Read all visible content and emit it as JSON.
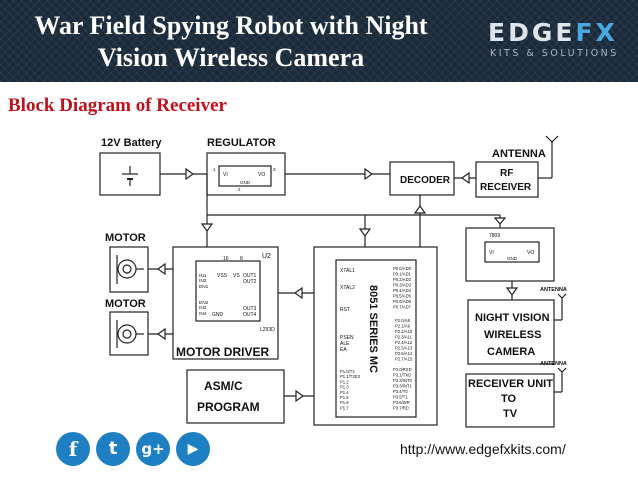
{
  "header": {
    "title_line1": "War Field Spying Robot with Night",
    "title_line2": "Vision Wireless Camera",
    "logo_main_a": "EDGE",
    "logo_main_b": "FX",
    "logo_sub": "KITS & SOLUTIONS"
  },
  "subtitle": "Block Diagram of Receiver",
  "diagram": {
    "battery": "12V Battery",
    "regulator": "REGULATOR",
    "reg_vi": "VI",
    "reg_vo": "VO",
    "reg_gnd": "GND",
    "reg_pin1": "1",
    "reg_pin2": "2",
    "reg_pin3": "3",
    "decoder": "DECODER",
    "antenna": "ANTENNA",
    "rf_line1": "RF",
    "rf_line2": "RECEIVER",
    "motor1": "MOTOR",
    "motor2": "MOTOR",
    "u2": "U2",
    "driver_label": "MOTOR DRIVER",
    "driver_chip": "L293D",
    "driver_pins_left": [
      "IN1",
      "IN2",
      "EN1",
      "EN2",
      "IN3",
      "IN4"
    ],
    "driver_vss": "VSS",
    "driver_vs": "VS",
    "driver_out1": "OUT1",
    "driver_out2": "OUT2",
    "driver_out3": "OUT3",
    "driver_out4": "OUT4",
    "driver_gnd": "GND",
    "driver_pin16": "16",
    "driver_pin8": "8",
    "mc_label": "8051 SERIES MC",
    "mc_xtal1": "XTAL1",
    "mc_xtal2": "XTAL2",
    "mc_rst": "RST",
    "mc_psen": "PSEN",
    "mc_ale": "ALE",
    "mc_ea": "EA",
    "mc_p0": [
      "P0.0/AD0",
      "P0.1/AD1",
      "P0.2/AD2",
      "P0.3/AD3",
      "P0.4/AD4",
      "P0.5/AD5",
      "P0.6/AD6",
      "P0.7/AD7"
    ],
    "mc_p2": [
      "P2.0/A8",
      "P2.1/A9",
      "P2.2/A10",
      "P2.3/A11",
      "P2.4/A12",
      "P2.5/A13",
      "P2.6/A14",
      "P2.7/A15"
    ],
    "mc_p1": [
      "P1.0/T2",
      "P1.1/T2EX",
      "P1.2",
      "P1.3",
      "P1.4",
      "P1.5",
      "P1.6",
      "P1.7"
    ],
    "mc_p3": [
      "P3.0/RXD",
      "P3.1/TXD",
      "P3.2/INT0",
      "P3.3/INT1",
      "P3.4/T0",
      "P3.5/T1",
      "P3.6/WR",
      "P3.7/RD"
    ],
    "asm_line1": "ASM/C",
    "asm_line2": "PROGRAM",
    "reg2_label": "7809",
    "reg2_vi": "VI",
    "reg2_vo": "VO",
    "reg2_gnd": "GND",
    "nv_line1": "NIGHT VISION",
    "nv_line2": "WIRELESS",
    "nv_line3": "CAMERA",
    "ant_small1": "ANTENNA",
    "ant_small2": "ANTENNA",
    "rx_line1": "RECEIVER UNIT",
    "rx_line2": "TO",
    "rx_line3": "TV"
  },
  "social": {
    "facebook": "f",
    "twitter": "t",
    "googleplus": "g+",
    "youtube": "▶",
    "icon_color": "#1e7fc2"
  },
  "footer_url": "http://www.edgefxkits.com/"
}
